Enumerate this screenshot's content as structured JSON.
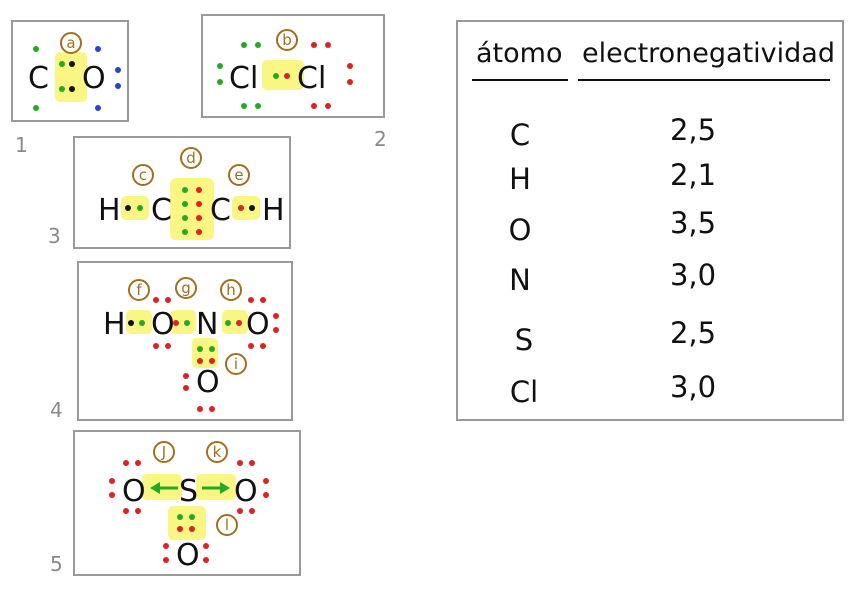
{
  "panels": [
    {
      "number": "1",
      "atoms": [
        "C",
        "O"
      ],
      "labels": [
        "a"
      ]
    },
    {
      "number": "2",
      "atoms": [
        "Cl",
        "Cl"
      ],
      "labels": [
        "b"
      ]
    },
    {
      "number": "3",
      "atoms": [
        "H",
        "C",
        "C",
        "H"
      ],
      "labels": [
        "c",
        "d",
        "e"
      ]
    },
    {
      "number": "4",
      "atoms": [
        "H",
        "O",
        "N",
        "O",
        "O"
      ],
      "labels": [
        "f",
        "g",
        "h",
        "i"
      ]
    },
    {
      "number": "5",
      "atoms": [
        "O",
        "S",
        "O",
        "O"
      ],
      "labels": [
        "J",
        "k",
        "l"
      ]
    }
  ],
  "table": {
    "headers": [
      "átomo",
      "electronegatividad"
    ],
    "rows": [
      {
        "atom": "C",
        "value": "2,5"
      },
      {
        "atom": "H",
        "value": "2,1"
      },
      {
        "atom": "O",
        "value": "3,5"
      },
      {
        "atom": "N",
        "value": "3,0"
      },
      {
        "atom": "S",
        "value": "2,5"
      },
      {
        "atom": "Cl",
        "value": "3,0"
      }
    ]
  },
  "colors": {
    "highlight": "#f8f35a",
    "electron_green": "#22aa22",
    "electron_red": "#dd2222",
    "electron_blue": "#2244dd",
    "arrow_green": "#22aa22",
    "label": "#a07020"
  }
}
